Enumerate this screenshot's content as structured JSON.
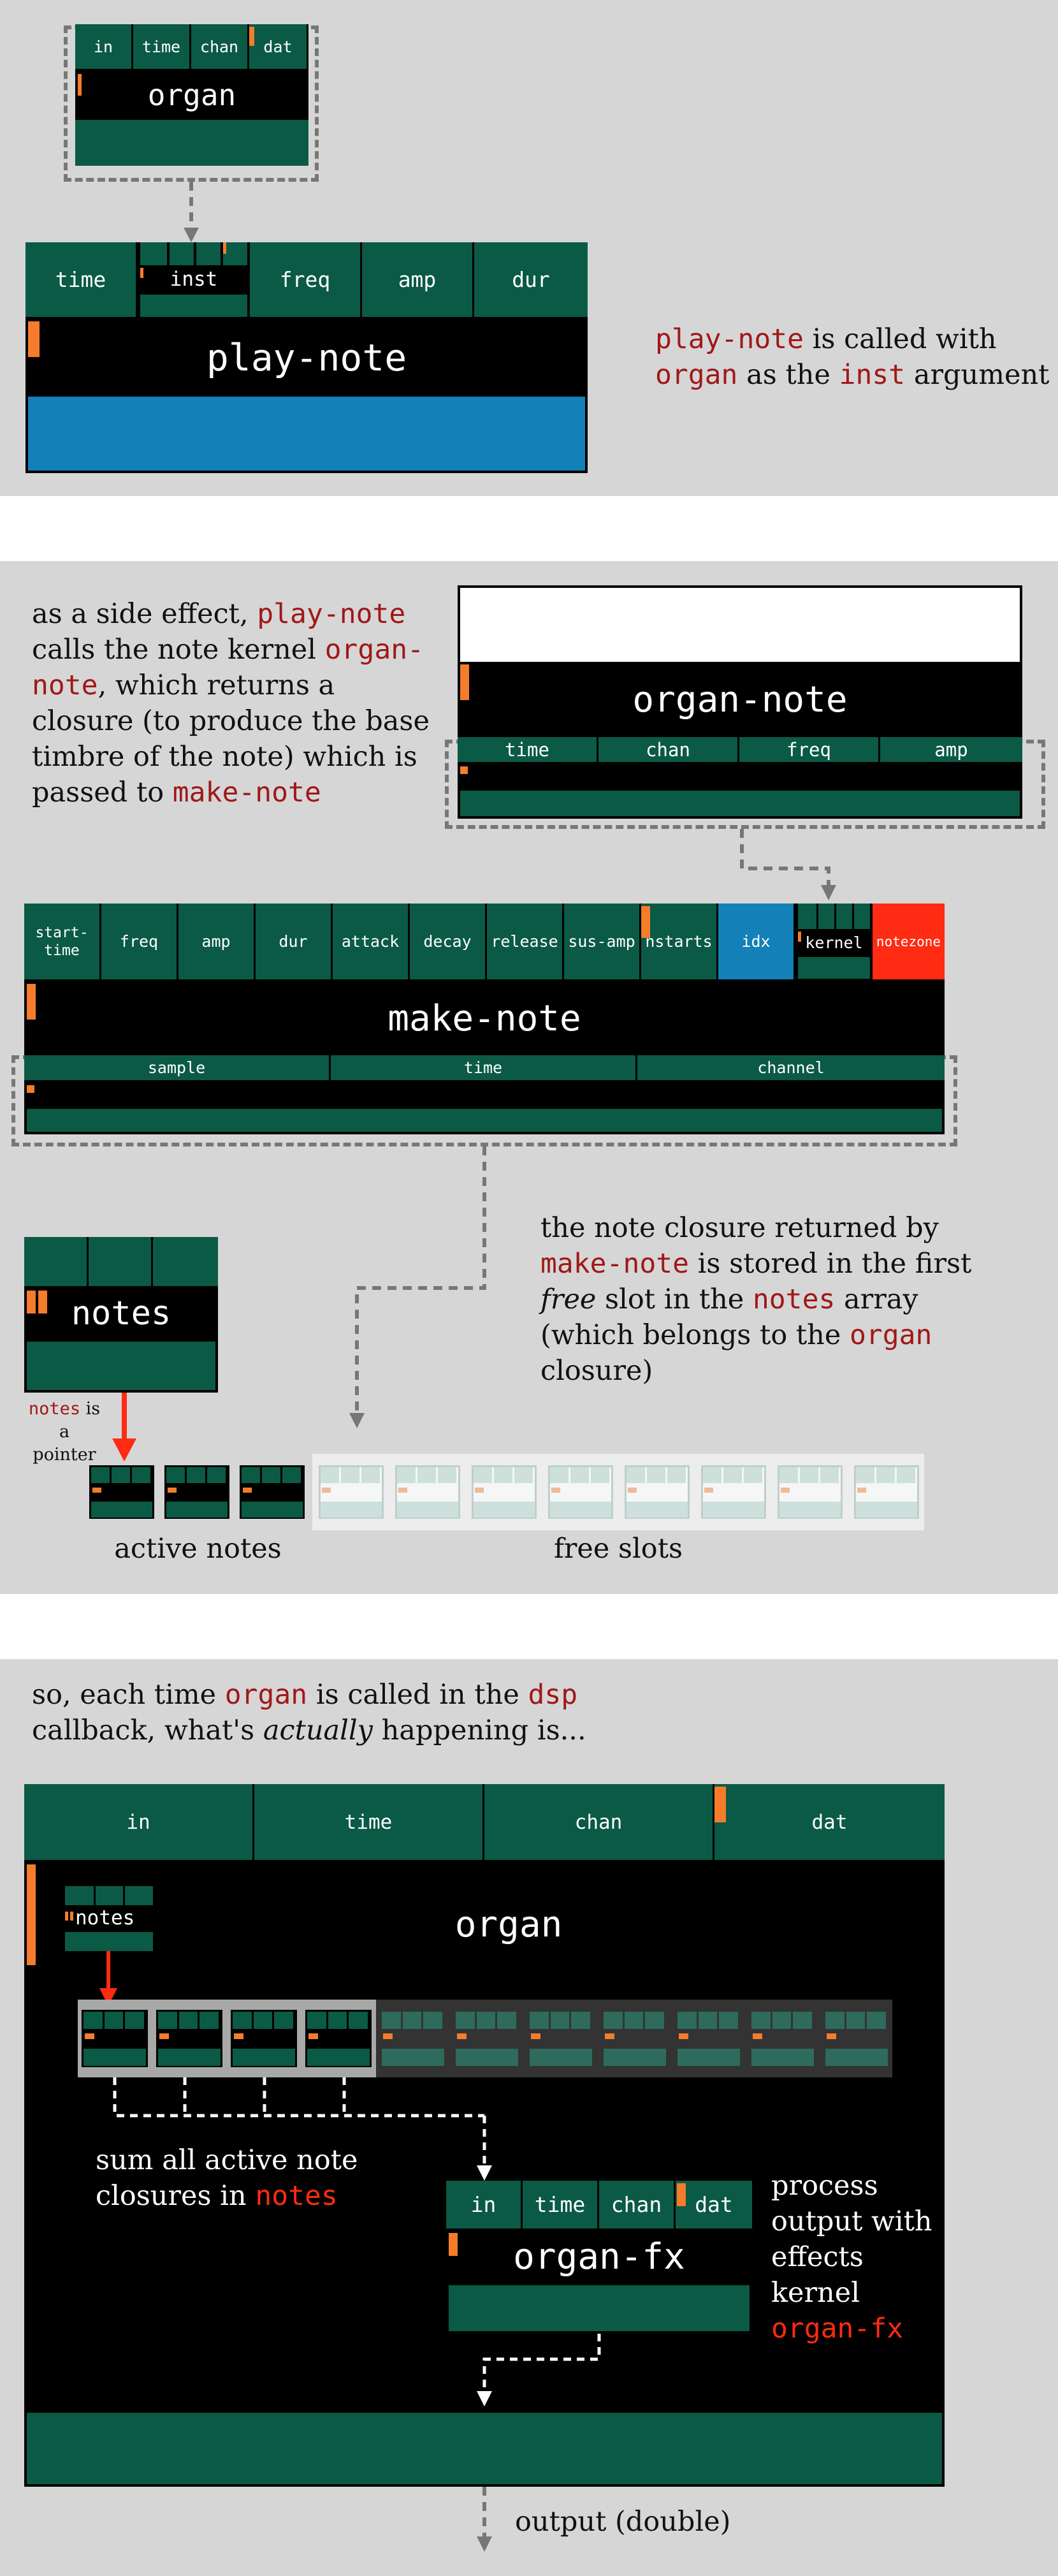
{
  "colors": {
    "panel": "#d6d6d6",
    "green": "#0b5a45",
    "black": "#000000",
    "orange": "#f47c2b",
    "blue": "#1380b8",
    "red": "#ff2b12",
    "code": "#a01818",
    "dashed": "#777777",
    "free_slot": "#cde0db"
  },
  "section1": {
    "organ_fields": [
      "in",
      "time",
      "chan",
      "dat"
    ],
    "organ_title": "organ",
    "playnote_fields": [
      "time",
      "inst",
      "freq",
      "amp",
      "dur"
    ],
    "playnote_title": "play-note",
    "caption": {
      "code1": "play-note",
      "text1": " is called with",
      "code2": "organ",
      "text2": " as the ",
      "code3": "inst",
      "text3": " argument"
    }
  },
  "section2": {
    "caption": {
      "t1": "as a side effect, ",
      "c1": "play-note",
      "t2": "calls the note kernel ",
      "c2": "organ-",
      "c3": "note",
      "t3": ", which returns a",
      "t4": "closure (to produce the base",
      "t5": "timbre of the note) which is",
      "t6": "passed to ",
      "c4": "make-note"
    },
    "organnote_title": "organ-note",
    "organnote_fields": [
      "time",
      "chan",
      "freq",
      "amp"
    ],
    "makenote_fields": [
      "start-\ntime",
      "freq",
      "amp",
      "dur",
      "attack",
      "decay",
      "release",
      "sus-amp",
      "nstarts",
      "idx",
      "kernel",
      "notezone"
    ],
    "makenote_title": "make-note",
    "makenote_lower": [
      "sample",
      "time",
      "channel"
    ],
    "notes_title": "notes",
    "pointer_label": {
      "code": "notes",
      "text1": " is a",
      "text2": "pointer"
    },
    "caption2": {
      "t1": "the note closure returned by",
      "c1": "make-note",
      "t2": " is stored in the first",
      "em": "free",
      "t3": " slot in the ",
      "c2": "notes",
      "t4": " array",
      "t5": "(which belongs to the ",
      "c3": "organ",
      "t6": "closure)"
    },
    "active_label": "active notes",
    "free_label": "free slots"
  },
  "section3": {
    "caption": {
      "t1": "so, each time ",
      "c1": "organ",
      "t2": " is called in the ",
      "c2": "dsp",
      "t3": "callback, what's ",
      "em": "actually",
      "t4": " happening is..."
    },
    "organ_fields": [
      "in",
      "time",
      "chan",
      "dat"
    ],
    "organ_title": "organ",
    "notes_label": "notes",
    "sum_caption": {
      "t1": "sum all active note",
      "t2": "closures in ",
      "c1": "notes"
    },
    "fx_fields": [
      "in",
      "time",
      "chan",
      "dat"
    ],
    "fx_title": "organ-fx",
    "fx_caption": {
      "t1": "process",
      "t2": "output with",
      "t3": "effects",
      "t4": "kernel",
      "c1": "organ-fx"
    },
    "output_label": "output (double)"
  }
}
